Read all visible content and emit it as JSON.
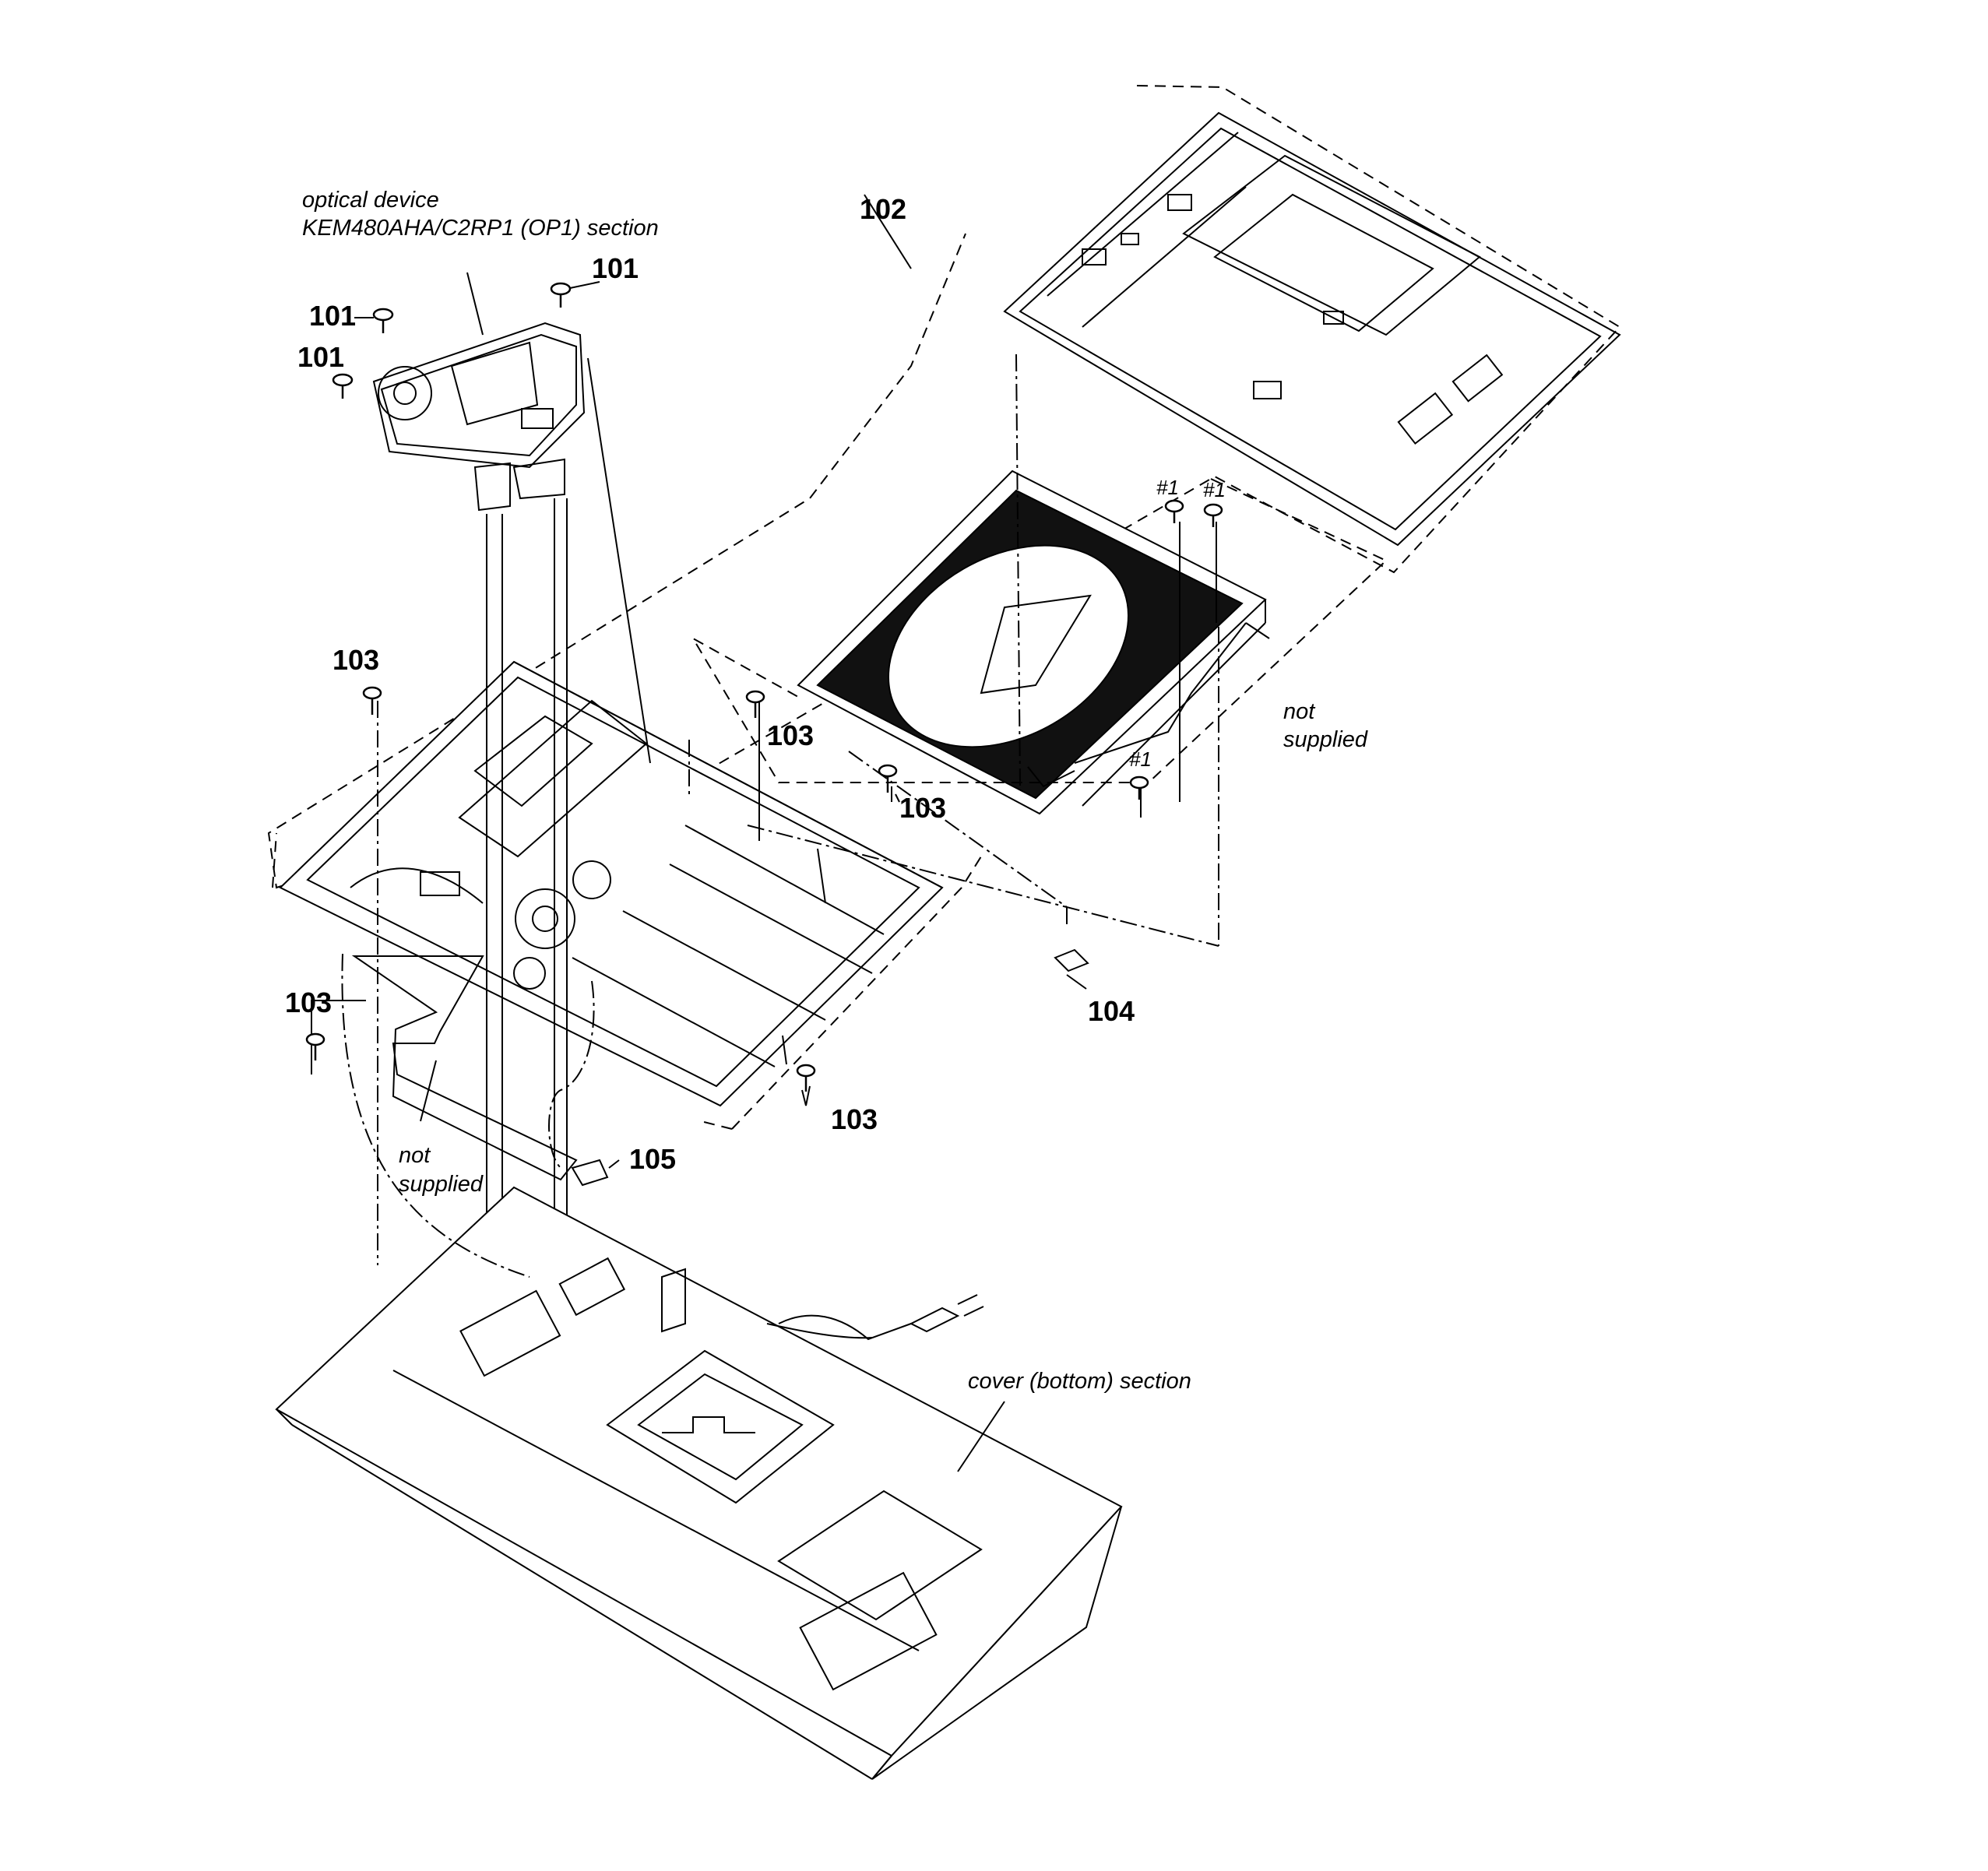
{
  "callouts": {
    "p101": "101",
    "p102": "102",
    "p103": "103",
    "p104": "104",
    "p105": "105",
    "hash1": "#1"
  },
  "notes": {
    "optical_line1": "optical device",
    "optical_line2": "KEM480AHA/C2RP1 (OP1) section",
    "not": "not",
    "supplied": "supplied",
    "cover_bottom": "cover (bottom) section"
  },
  "colors": {
    "ink": "#000000",
    "paper": "#ffffff",
    "panel": "#111111"
  }
}
